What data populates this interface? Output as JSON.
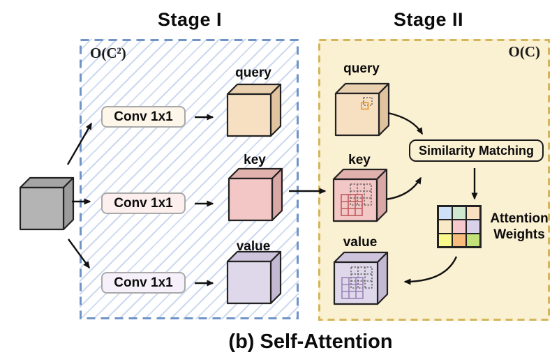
{
  "diagram": {
    "caption": "(b) Self-Attention",
    "stage1": {
      "title": "Stage I",
      "complexity": "O(C²)",
      "conv1_label": "Conv 1x1",
      "conv2_label": "Conv 1x1",
      "conv3_label": "Conv 1x1",
      "query_label": "query",
      "key_label": "key",
      "value_label": "value"
    },
    "stage2": {
      "title": "Stage II",
      "complexity": "O(C)",
      "query_label": "query",
      "key_label": "key",
      "value_label": "value",
      "similarity_label": "Similarity Matching",
      "attention_label_1": "Attention",
      "attention_label_2": "Weights"
    }
  },
  "colors": {
    "stage1_border": "#7093c8",
    "stage1_hatch": "#cdd9ef",
    "stage2_border": "#d4b55a",
    "stage2_bg": "#faf0d2",
    "conv1_fill": "#fdf6e9",
    "conv2_fill": "#fdefee",
    "conv3_fill": "#f5f0fa",
    "input_cube": {
      "face": "#b4b4b4",
      "top": "#a5a5a5",
      "side": "#9b9b9b"
    },
    "query_cube": {
      "face": "#f7dfc2",
      "top": "#e9d0ae",
      "side": "#e1c3a0"
    },
    "key_cube": {
      "face": "#f2c7c5",
      "top": "#e1b1ad",
      "side": "#d9a7a5"
    },
    "value_cube": {
      "face": "#ded8ea",
      "top": "#cec5dd",
      "side": "#c4b9d3"
    },
    "query_marker": "#e0a23e",
    "key_marker": "#c05a5e",
    "value_marker": "#9b80b6",
    "attention_cells": [
      "#cfe1f7",
      "#cee7ce",
      "#fbdfc1",
      "#f9e9c7",
      "#f5c8ce",
      "#d8d1e9",
      "#f9f88b",
      "#f8bd7d",
      "#c2e178"
    ]
  }
}
